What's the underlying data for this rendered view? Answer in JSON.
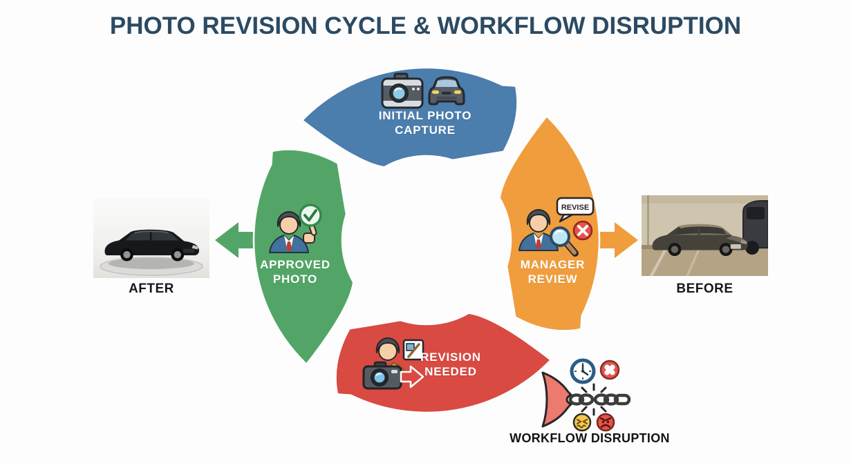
{
  "title": "PHOTO REVISION CYCLE & WORKFLOW DISRUPTION",
  "cycle": {
    "stages": [
      {
        "id": "capture",
        "label_line1": "INITIAL PHOTO",
        "label_line2": "CAPTURE",
        "color": "#4b7dad"
      },
      {
        "id": "review",
        "label_line1": "MANAGER",
        "label_line2": "REVIEW",
        "color": "#f09d3e"
      },
      {
        "id": "revision",
        "label_line1": "REVISION",
        "label_line2": "NEEDED",
        "color": "#d84a42"
      },
      {
        "id": "approved",
        "label_line1": "APPROVED",
        "label_line2": "PHOTO",
        "color": "#53a567"
      }
    ],
    "revise_bubble": "REVISE"
  },
  "photos": {
    "after": {
      "label": "AFTER"
    },
    "before": {
      "label": "BEFORE"
    }
  },
  "disruption": {
    "label": "WORKFLOW DISRUPTION"
  },
  "icons": {
    "capture": [
      "camera-icon",
      "car-front-icon"
    ],
    "review": [
      "manager-person-icon",
      "revise-speech-bubble",
      "reject-x-icon",
      "magnifier-icon"
    ],
    "revision": [
      "photographer-person-icon",
      "photo-edit-icon",
      "camera-icon",
      "redo-arrow-icon"
    ],
    "approved": [
      "approver-person-icon",
      "check-circle-icon",
      "thumbs-up-icon"
    ],
    "disruption": [
      "torn-paper-icon",
      "clock-icon",
      "collision-x-icon",
      "broken-chain-icon",
      "frustrated-face-icon",
      "angry-face-icon"
    ]
  },
  "colors": {
    "title_text": "#2c4a63",
    "stage_capture": "#4b7dad",
    "stage_review": "#f09d3e",
    "stage_revision": "#d84a42",
    "stage_approved": "#53a567",
    "label_text_on_stage": "#ffffff",
    "photo_label_text": "#17171a",
    "background": "#fdfdfd"
  }
}
